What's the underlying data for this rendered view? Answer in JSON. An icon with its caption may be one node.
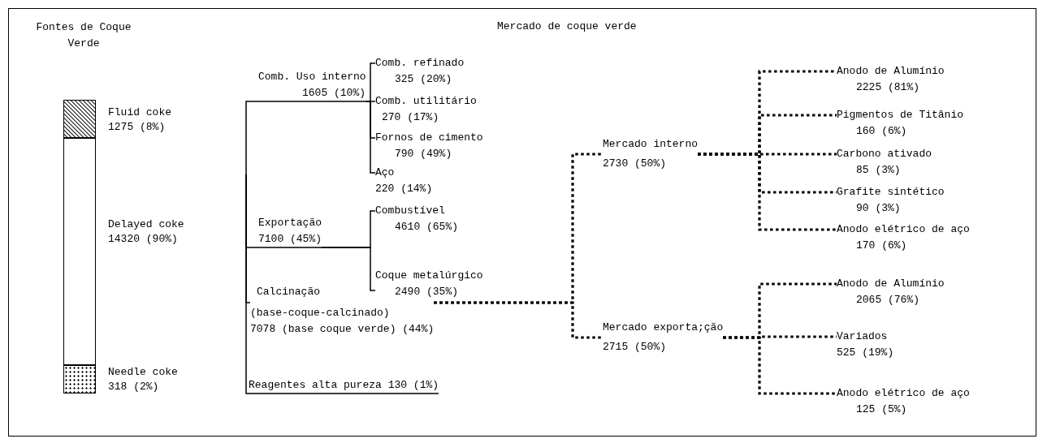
{
  "diagram": {
    "title": "Mercado de coque verde",
    "nodes": [
      {
        "text": [],
        "shape": "bar",
        "beside": [
          "Fluid coke",
          "1275 (8%)"
        ]
      },
      {
        "text": [],
        "shape": "bar",
        "beside": [
          "Delayed coke",
          "14320 (90%)"
        ]
      },
      {
        "text": [],
        "shape": "bar",
        "beside": [
          "Needle coke",
          "318 (2%)"
        ]
      },
      {
        "text": [
          "Comb. Uso interno",
          "1605 (10%)"
        ]
      },
      {
        "text": [
          "Comb. refinado",
          "325 (20%)"
        ]
      },
      {
        "text": [
          "Comb. utilitário",
          "270 (17%)"
        ]
      },
      {
        "text": [
          "Fornos de cimento",
          "790 (49%)"
        ]
      },
      {
        "text": [
          "Aço",
          "220 (14%)"
        ]
      },
      {
        "text": [
          "Exportação",
          "7100 (45%)"
        ]
      },
      {
        "text": [
          "Combustível",
          "4610 (65%)"
        ]
      },
      {
        "text": [
          "Coque metalúrgico",
          "2490 (35%)"
        ]
      },
      {
        "text": [
          "Calcinação",
          "(base-coque-calcinado)",
          "7078 (base coque verde) (44%)"
        ]
      },
      {
        "text": [
          "Reagentes alta pureza 130 (1%)"
        ]
      },
      {
        "text": [
          "Mercado interno",
          "2730 (50%)"
        ]
      },
      {
        "text": [
          "Anodo de Alumínio",
          "2225 (81%)"
        ]
      },
      {
        "text": [
          "Pigmentos de Titânio",
          "160 (6%)"
        ]
      },
      {
        "text": [
          "Carbono ativado",
          "85 (3%)"
        ]
      },
      {
        "text": [
          "Grafite sintético",
          "90 (3%)"
        ]
      },
      {
        "text": [
          "Anodo elétrico de aço",
          "170 (6%)"
        ]
      },
      {
        "text": [
          "Mercado exporta;ção",
          "2715 (50%)"
        ]
      },
      {
        "text": [
          "Anodo de Alumínio",
          "2065 (76%)"
        ]
      },
      {
        "text": [
          "Variados",
          "525 (19%)"
        ]
      },
      {
        "text": [
          "Anodo elétrico de aço",
          "125 (5%)"
        ]
      }
    ],
    "edges": [
      {
        "from": null,
        "to": 3,
        "arrow": "none"
      },
      {
        "from": 3,
        "to": 4,
        "arrow": "none"
      },
      {
        "from": 3,
        "to": 5,
        "arrow": "none"
      },
      {
        "from": 3,
        "to": 6,
        "arrow": "none"
      },
      {
        "from": 3,
        "to": 7,
        "arrow": "none"
      },
      {
        "from": null,
        "to": 8,
        "arrow": "none"
      },
      {
        "from": 8,
        "to": 9,
        "arrow": "none"
      },
      {
        "from": 8,
        "to": 10,
        "arrow": "none"
      },
      {
        "from": null,
        "to": 11,
        "arrow": "none"
      },
      {
        "from": null,
        "to": 12,
        "arrow": "none"
      },
      {
        "from": 11,
        "to": 13,
        "arrow": "none",
        "style": "dashed"
      },
      {
        "from": 11,
        "to": 19,
        "arrow": "none",
        "style": "dashed"
      },
      {
        "from": 13,
        "to": 14,
        "arrow": "none",
        "style": "dashed"
      },
      {
        "from": 13,
        "to": 15,
        "arrow": "none",
        "style": "dashed"
      },
      {
        "from": 13,
        "to": 16,
        "arrow": "none",
        "style": "dashed"
      },
      {
        "from": 13,
        "to": 17,
        "arrow": "none",
        "style": "dashed"
      },
      {
        "from": 13,
        "to": 18,
        "arrow": "none",
        "style": "dashed"
      },
      {
        "from": 19,
        "to": 20,
        "arrow": "none",
        "style": "dashed"
      },
      {
        "from": 19,
        "to": 21,
        "arrow": "none",
        "style": "dashed"
      },
      {
        "from": 19,
        "to": 22,
        "arrow": "none",
        "style": "dashed"
      }
    ],
    "labels": [
      "Fontes de Coque Verde"
    ]
  }
}
